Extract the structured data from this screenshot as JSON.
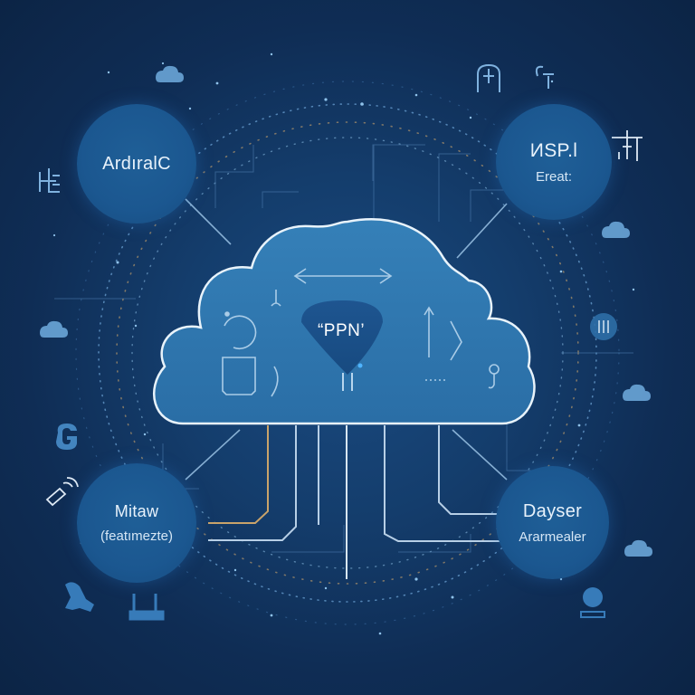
{
  "diagram": {
    "center": {
      "label": "“PPN’",
      "shape": "cloud",
      "badge_shape": "shield-drop",
      "inner_icons": [
        "bidirectional-arrow-icon",
        "refresh-circle-icon",
        "container-icon",
        "up-arrow-icon",
        "chevron-right-icon",
        "key-icon"
      ]
    },
    "nodes": [
      {
        "id": "top-left",
        "title": "ArdıralC",
        "subtitle": ""
      },
      {
        "id": "top-right",
        "title": "ИSP.l",
        "subtitle": "Ereat:"
      },
      {
        "id": "bottom-left",
        "title": "Mitaw",
        "subtitle": "(featımezte)"
      },
      {
        "id": "bottom-right",
        "title": "Dayser",
        "subtitle": "Ararmealer"
      }
    ],
    "peripheral_icons": [
      "cloud-icon",
      "helmet-icon",
      "tools-icon",
      "building-icon",
      "circuit-icon",
      "cloud-icon",
      "cloud-icon",
      "equalizer-icon",
      "cloud-icon",
      "lock-g-icon",
      "flashlight-icon",
      "person-icon",
      "chair-icon",
      "cloud-icon",
      "user-desk-icon"
    ]
  },
  "colors": {
    "background": "#0f2a4f",
    "cloud_fill": "#2f78b0",
    "cloud_outline": "#e8f3fb",
    "node_fill": "#1c5890",
    "badge_fill": "#1b4f86",
    "circuit_line": "#8fb6da",
    "accent_gold": "#c9a36a",
    "icon_blue": "#4a8fcb"
  }
}
